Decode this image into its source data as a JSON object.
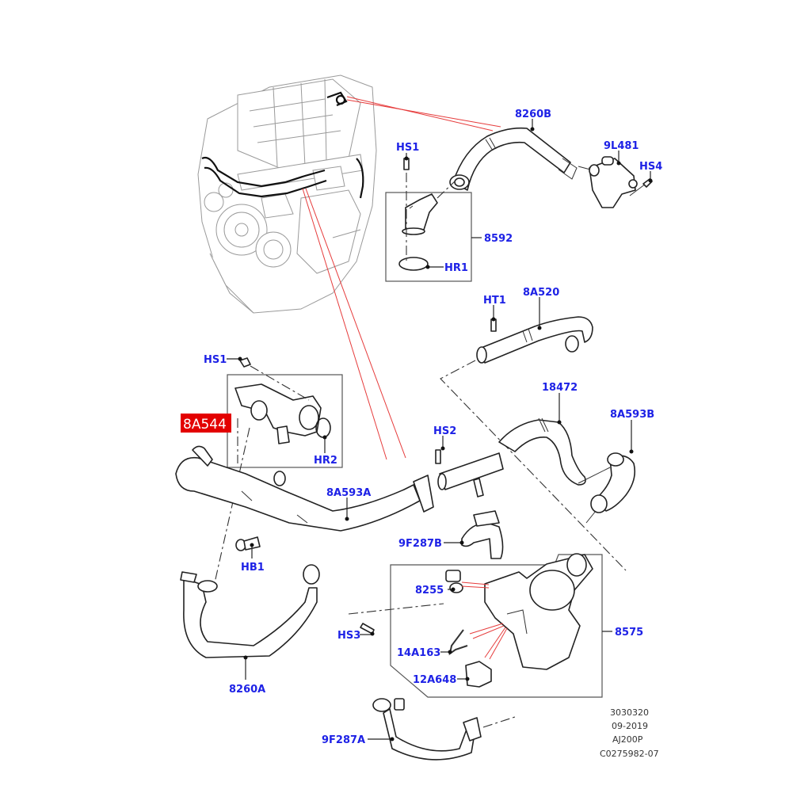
{
  "diagram": {
    "title": "Engine cooling hoses and thermostat housing exploded view",
    "highlighted_part": "8A544",
    "highlight_color": "#e30000",
    "callout_color": "#1e22e6",
    "callouts": {
      "c8260B": "8260B",
      "c9L481": "9L481",
      "cHS4": "HS4",
      "cHS1_top": "HS1",
      "c8592": "8592",
      "cHR1": "HR1",
      "cHT1": "HT1",
      "c8A520": "8A520",
      "cHS1_mid": "HS1",
      "c8A544": "8A544",
      "cHR2": "HR2",
      "c18472": "18472",
      "c8A593B": "8A593B",
      "cHS2": "HS2",
      "c8A593A": "8A593A",
      "c9F287B": "9F287B",
      "cHB1": "HB1",
      "c8255": "8255",
      "cHS3": "HS3",
      "c8575": "8575",
      "c14A163": "14A163",
      "c12A648": "12A648",
      "c8260A": "8260A",
      "c9F287A": "9F287A"
    },
    "reference_block": [
      "3030320",
      "09-2019",
      "AJ200P",
      "C0275982-07"
    ]
  }
}
